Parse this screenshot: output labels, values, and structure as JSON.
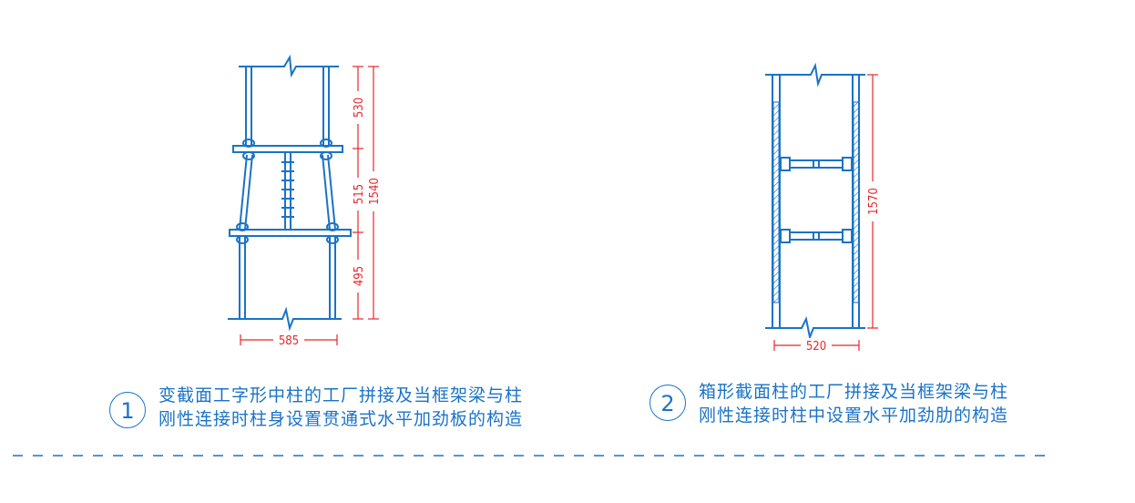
{
  "colors": {
    "structure": "#1a73c7",
    "dimension": "#e8262b",
    "background": "#ffffff"
  },
  "detail1": {
    "number": "1",
    "caption_line1": "变截面工字形中柱的工厂拼接及当框架梁与柱",
    "caption_line2": "刚性连接时柱身设置贯通式水平加劲板的构造",
    "dims": {
      "top": "530",
      "middle": "515",
      "bottom": "495",
      "total": "1540",
      "width": "585"
    }
  },
  "detail2": {
    "number": "2",
    "caption_line1": "箱形截面柱的工厂拼接及当框架梁与柱",
    "caption_line2": "刚性连接时柱中设置水平加劲肋的构造",
    "dims": {
      "total": "1570",
      "width": "520"
    }
  }
}
